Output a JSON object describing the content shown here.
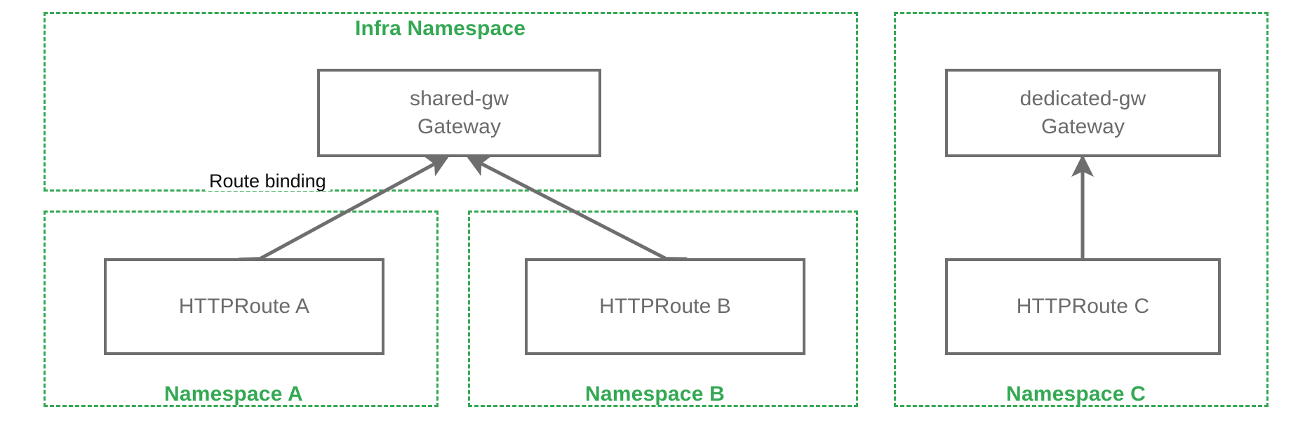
{
  "diagram": {
    "title_hidden": "Gateway API cross-namespace route binding",
    "colors": {
      "namespace_green": "#34a853",
      "box_border_gray": "#6e6e6e",
      "box_text_gray": "#6b6b6b",
      "arrow_gray": "#6e6e6e",
      "caption_black": "#0d0d0d",
      "background": "#ffffff"
    },
    "panels": [
      {
        "id": "infra",
        "label": "Infra Namespace",
        "label_position": "top-center",
        "border_style": "dashed",
        "border_color": "#34a853"
      },
      {
        "id": "ns-a",
        "label": "Namespace A",
        "label_position": "bottom-center",
        "border_style": "dashed",
        "border_color": "#34a853"
      },
      {
        "id": "ns-b",
        "label": "Namespace B",
        "label_position": "bottom-center",
        "border_style": "dashed",
        "border_color": "#34a853"
      },
      {
        "id": "ns-c",
        "label": "Namespace C",
        "label_position": "bottom-center",
        "border_style": "dashed",
        "border_color": "#34a853"
      }
    ],
    "nodes": [
      {
        "id": "shared-gw",
        "label": "shared-gw\nGateway",
        "name": "shared-gw",
        "kind": "Gateway",
        "panel": "infra"
      },
      {
        "id": "dedicated-gw",
        "label": "dedicated-gw\nGateway",
        "name": "dedicated-gw",
        "kind": "Gateway",
        "panel": "ns-c"
      },
      {
        "id": "httproute-a",
        "label": "HTTPRoute A",
        "name": "A",
        "kind": "HTTPRoute",
        "panel": "ns-a"
      },
      {
        "id": "httproute-b",
        "label": "HTTPRoute B",
        "name": "B",
        "kind": "HTTPRoute",
        "panel": "ns-b"
      },
      {
        "id": "httproute-c",
        "label": "HTTPRoute C",
        "name": "C",
        "kind": "HTTPRoute",
        "panel": "ns-c"
      }
    ],
    "edges": [
      {
        "id": "edge-a",
        "from": "httproute-a",
        "to": "shared-gw",
        "arrowheads": "both",
        "label": "Route binding",
        "style": "solid"
      },
      {
        "id": "edge-b",
        "from": "httproute-b",
        "to": "shared-gw",
        "arrowheads": "both",
        "label": "",
        "style": "solid"
      },
      {
        "id": "edge-c",
        "from": "httproute-c",
        "to": "dedicated-gw",
        "arrowheads": "both",
        "label": "",
        "style": "solid"
      }
    ],
    "captions": {
      "route_binding": "Route binding"
    }
  }
}
